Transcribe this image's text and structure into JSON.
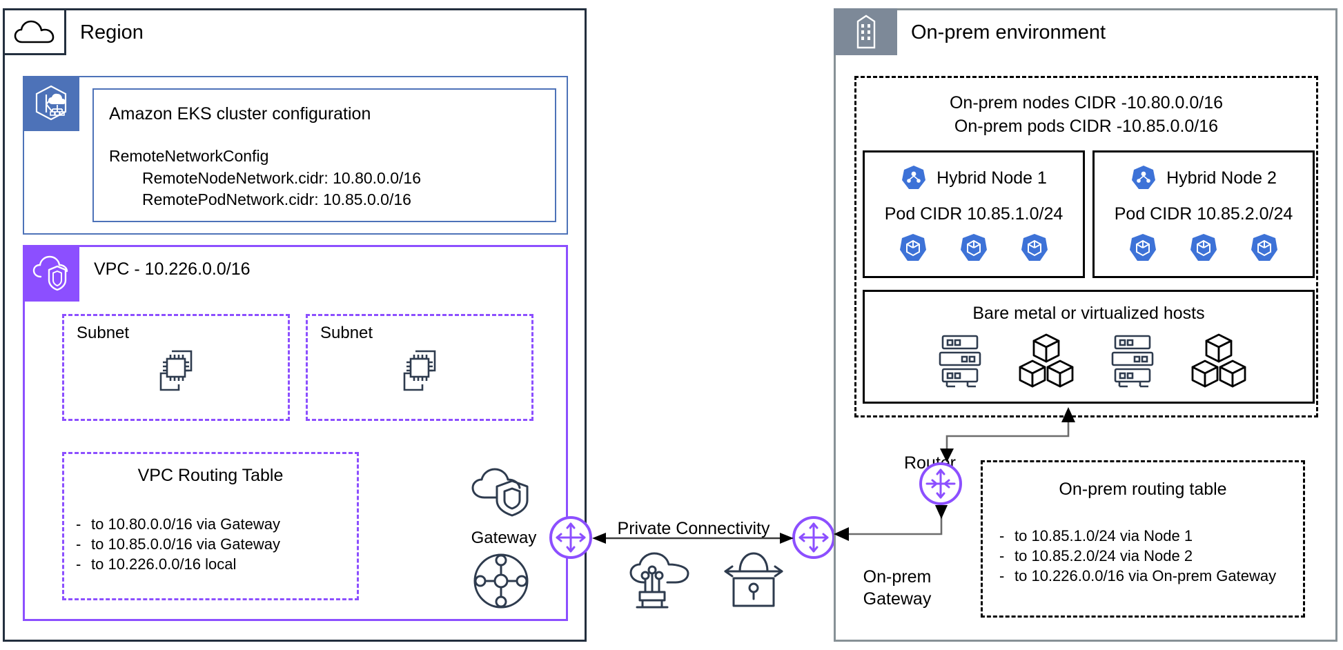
{
  "region": {
    "title": "Region",
    "icon": "aws-region-cloud-icon",
    "eks": {
      "icon": "amazon-eks-icon",
      "title": "Amazon EKS cluster configuration",
      "config_head": "RemoteNetworkConfig",
      "config_lines": [
        "RemoteNodeNetwork.cidr: 10.80.0.0/16",
        "RemotePodNetwork.cidr: 10.85.0.0/16"
      ]
    },
    "vpc": {
      "icon": "amazon-vpc-icon",
      "title": "VPC - 10.226.0.0/16",
      "subnets": [
        {
          "label": "Subnet",
          "icon": "ec2-instances-icon"
        },
        {
          "label": "Subnet",
          "icon": "ec2-instances-icon"
        }
      ],
      "routing_table": {
        "title": "VPC Routing Table",
        "entries": [
          "to 10.80.0.0/16 via Gateway",
          "to 10.85.0.0/16 via Gateway",
          "to 10.226.0.0/16 local"
        ]
      },
      "gateway": {
        "label": "Gateway",
        "cloud_icon": "vpc-shield-cloud-icon",
        "mesh_icon": "transit-gateway-mesh-icon"
      }
    }
  },
  "center": {
    "connectivity_label": "Private Connectivity",
    "cloud_icon": "direct-connect-cloud-icon",
    "lock_icon": "vpn-lock-icon",
    "left_connector_icon": "four-way-arrow-icon",
    "right_connector_icon": "four-way-arrow-icon"
  },
  "onprem": {
    "title": "On-prem environment",
    "icon": "on-prem-building-icon",
    "cidr_lines": [
      "On-prem nodes CIDR -10.80.0.0/16",
      "On-prem pods CIDR -10.85.0.0/16"
    ],
    "nodes": [
      {
        "label": "Hybrid Node 1",
        "icon": "kubernetes-node-icon",
        "cidr": "Pod CIDR 10.85.1.0/24",
        "pods": [
          "pod-icon",
          "pod-icon",
          "pod-icon"
        ]
      },
      {
        "label": "Hybrid Node 2",
        "icon": "kubernetes-node-icon",
        "cidr": "Pod CIDR 10.85.2.0/24",
        "pods": [
          "pod-icon",
          "pod-icon",
          "pod-icon"
        ]
      }
    ],
    "baremetal": {
      "title": "Bare metal or virtualized hosts",
      "icons": [
        "server-rack-icon",
        "container-cubes-icon",
        "server-rack-icon",
        "container-cubes-icon"
      ]
    },
    "router": {
      "label": "Router",
      "icon": "four-way-arrow-icon"
    },
    "gateway": {
      "label_line1": "On-prem",
      "label_line2": "Gateway",
      "icon": "four-way-arrow-icon"
    },
    "routing_table": {
      "title": "On-prem routing table",
      "entries": [
        "to 10.85.1.0/24 via Node 1",
        "to 10.85.2.0/24 via Node 2",
        "to 10.226.0.0/16 via On-prem Gateway"
      ]
    }
  },
  "colors": {
    "region_border": "#232f3e",
    "eks_blue": "#4d72b8",
    "vpc_purple": "#8c4fff",
    "onprem_gray": "#879196",
    "onprem_icon_gray": "#7d8998",
    "kubernetes_blue": "#3d72d7",
    "icon_dark": "#232f3e"
  }
}
